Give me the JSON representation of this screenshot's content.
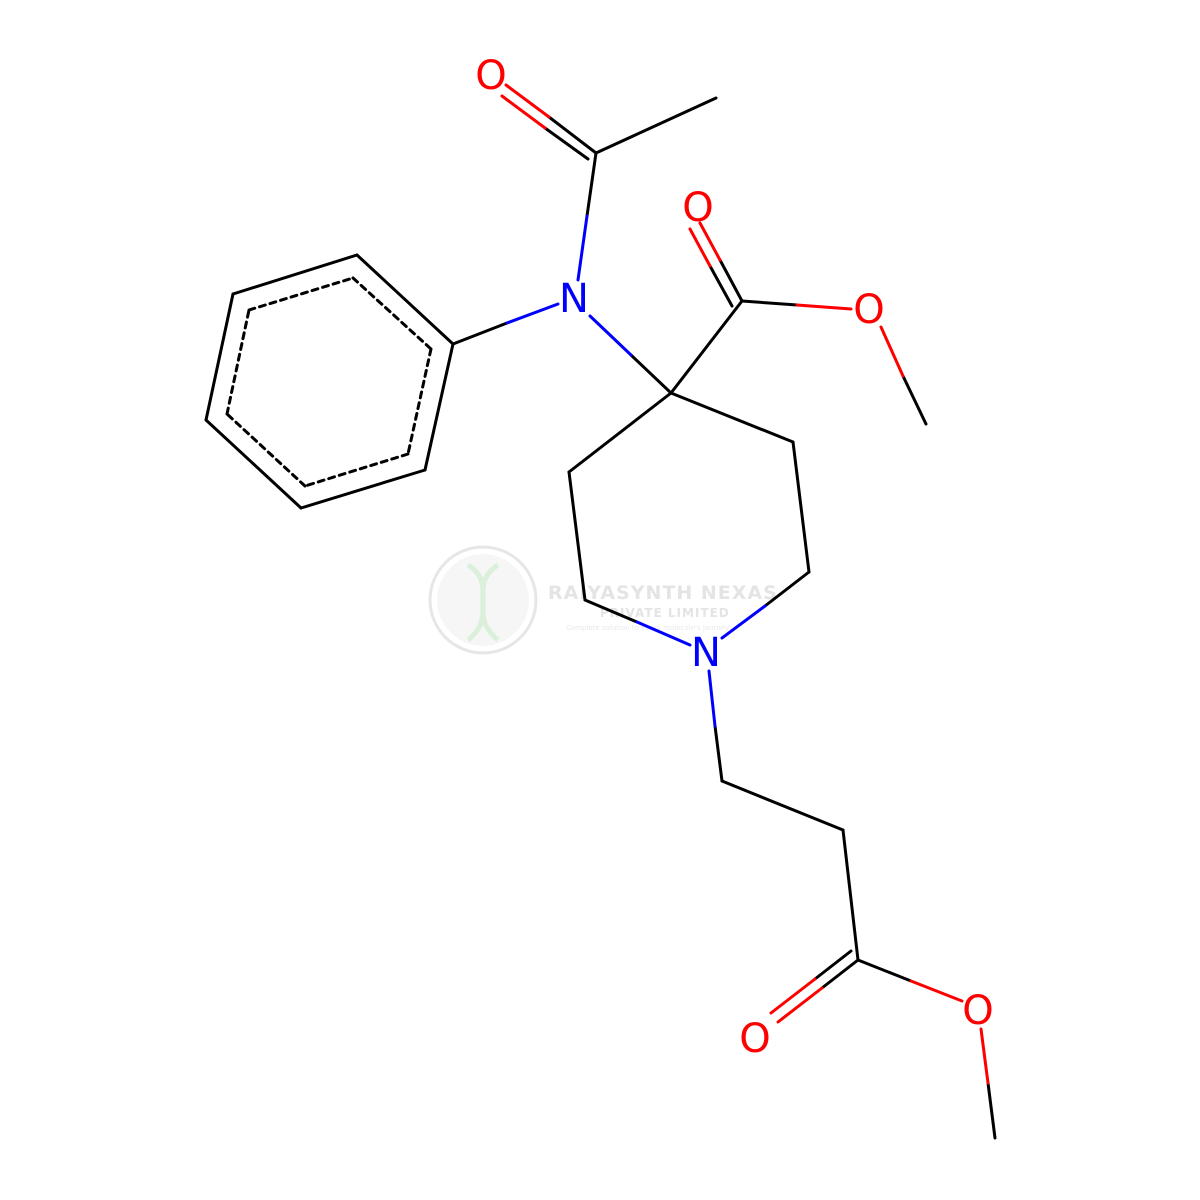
{
  "colors": {
    "carbon": "#000000",
    "nitrogen": "#0000ff",
    "oxygen": "#ff0000",
    "watermark": "#e2e2e2",
    "watermark_accent": "#d8efd8"
  },
  "atom_labels": {
    "o_acetyl": "O",
    "n_amide": "N",
    "o_ester_carbonyl": "O",
    "o_ester_methoxy": "O",
    "n_piperidine": "N",
    "o_propanoate_ether": "O",
    "o_propanoate_carbonyl": "O"
  },
  "watermark": {
    "company_line1": "RAIYASYNTH NEXAS",
    "company_line2": "PRIVATE LIMITED",
    "tagline": "Complete solution to every molecule's journey"
  }
}
